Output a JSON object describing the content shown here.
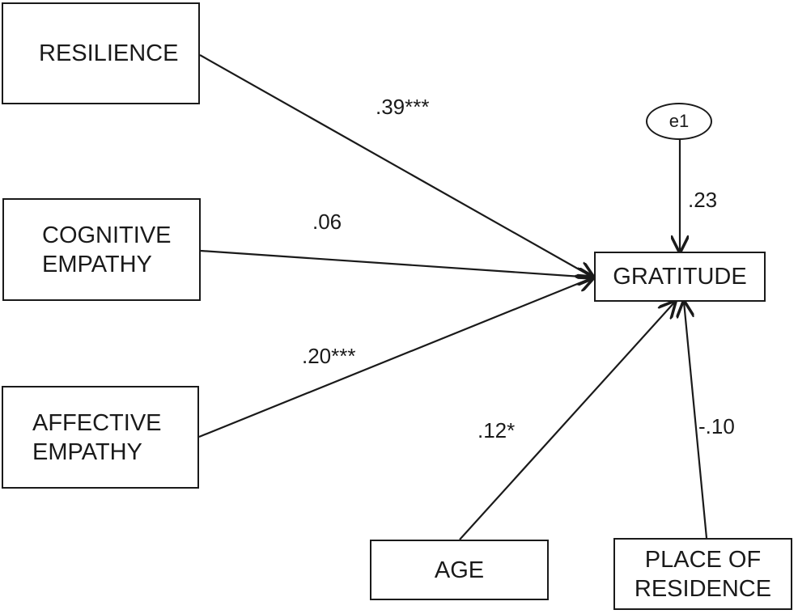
{
  "nodes": {
    "resilience": "RESILIENCE",
    "cognitive_empathy": "COGNITIVE\nEMPATHY",
    "affective_empathy": "AFFECTIVE\nEMPATHY",
    "gratitude": "GRATITUDE",
    "age": "AGE",
    "place_of_residence": "PLACE OF\nRESIDENCE",
    "error_term": "e1"
  },
  "paths": {
    "resilience_to_gratitude": ".39***",
    "cognitive_empathy_to_gratitude": ".06",
    "affective_empathy_to_gratitude": ".20***",
    "age_to_gratitude": ".12*",
    "place_of_residence_to_gratitude": "-.10",
    "e1_to_gratitude": ".23"
  },
  "colors": {
    "stroke": "#1a1a1a",
    "background": "#ffffff"
  }
}
